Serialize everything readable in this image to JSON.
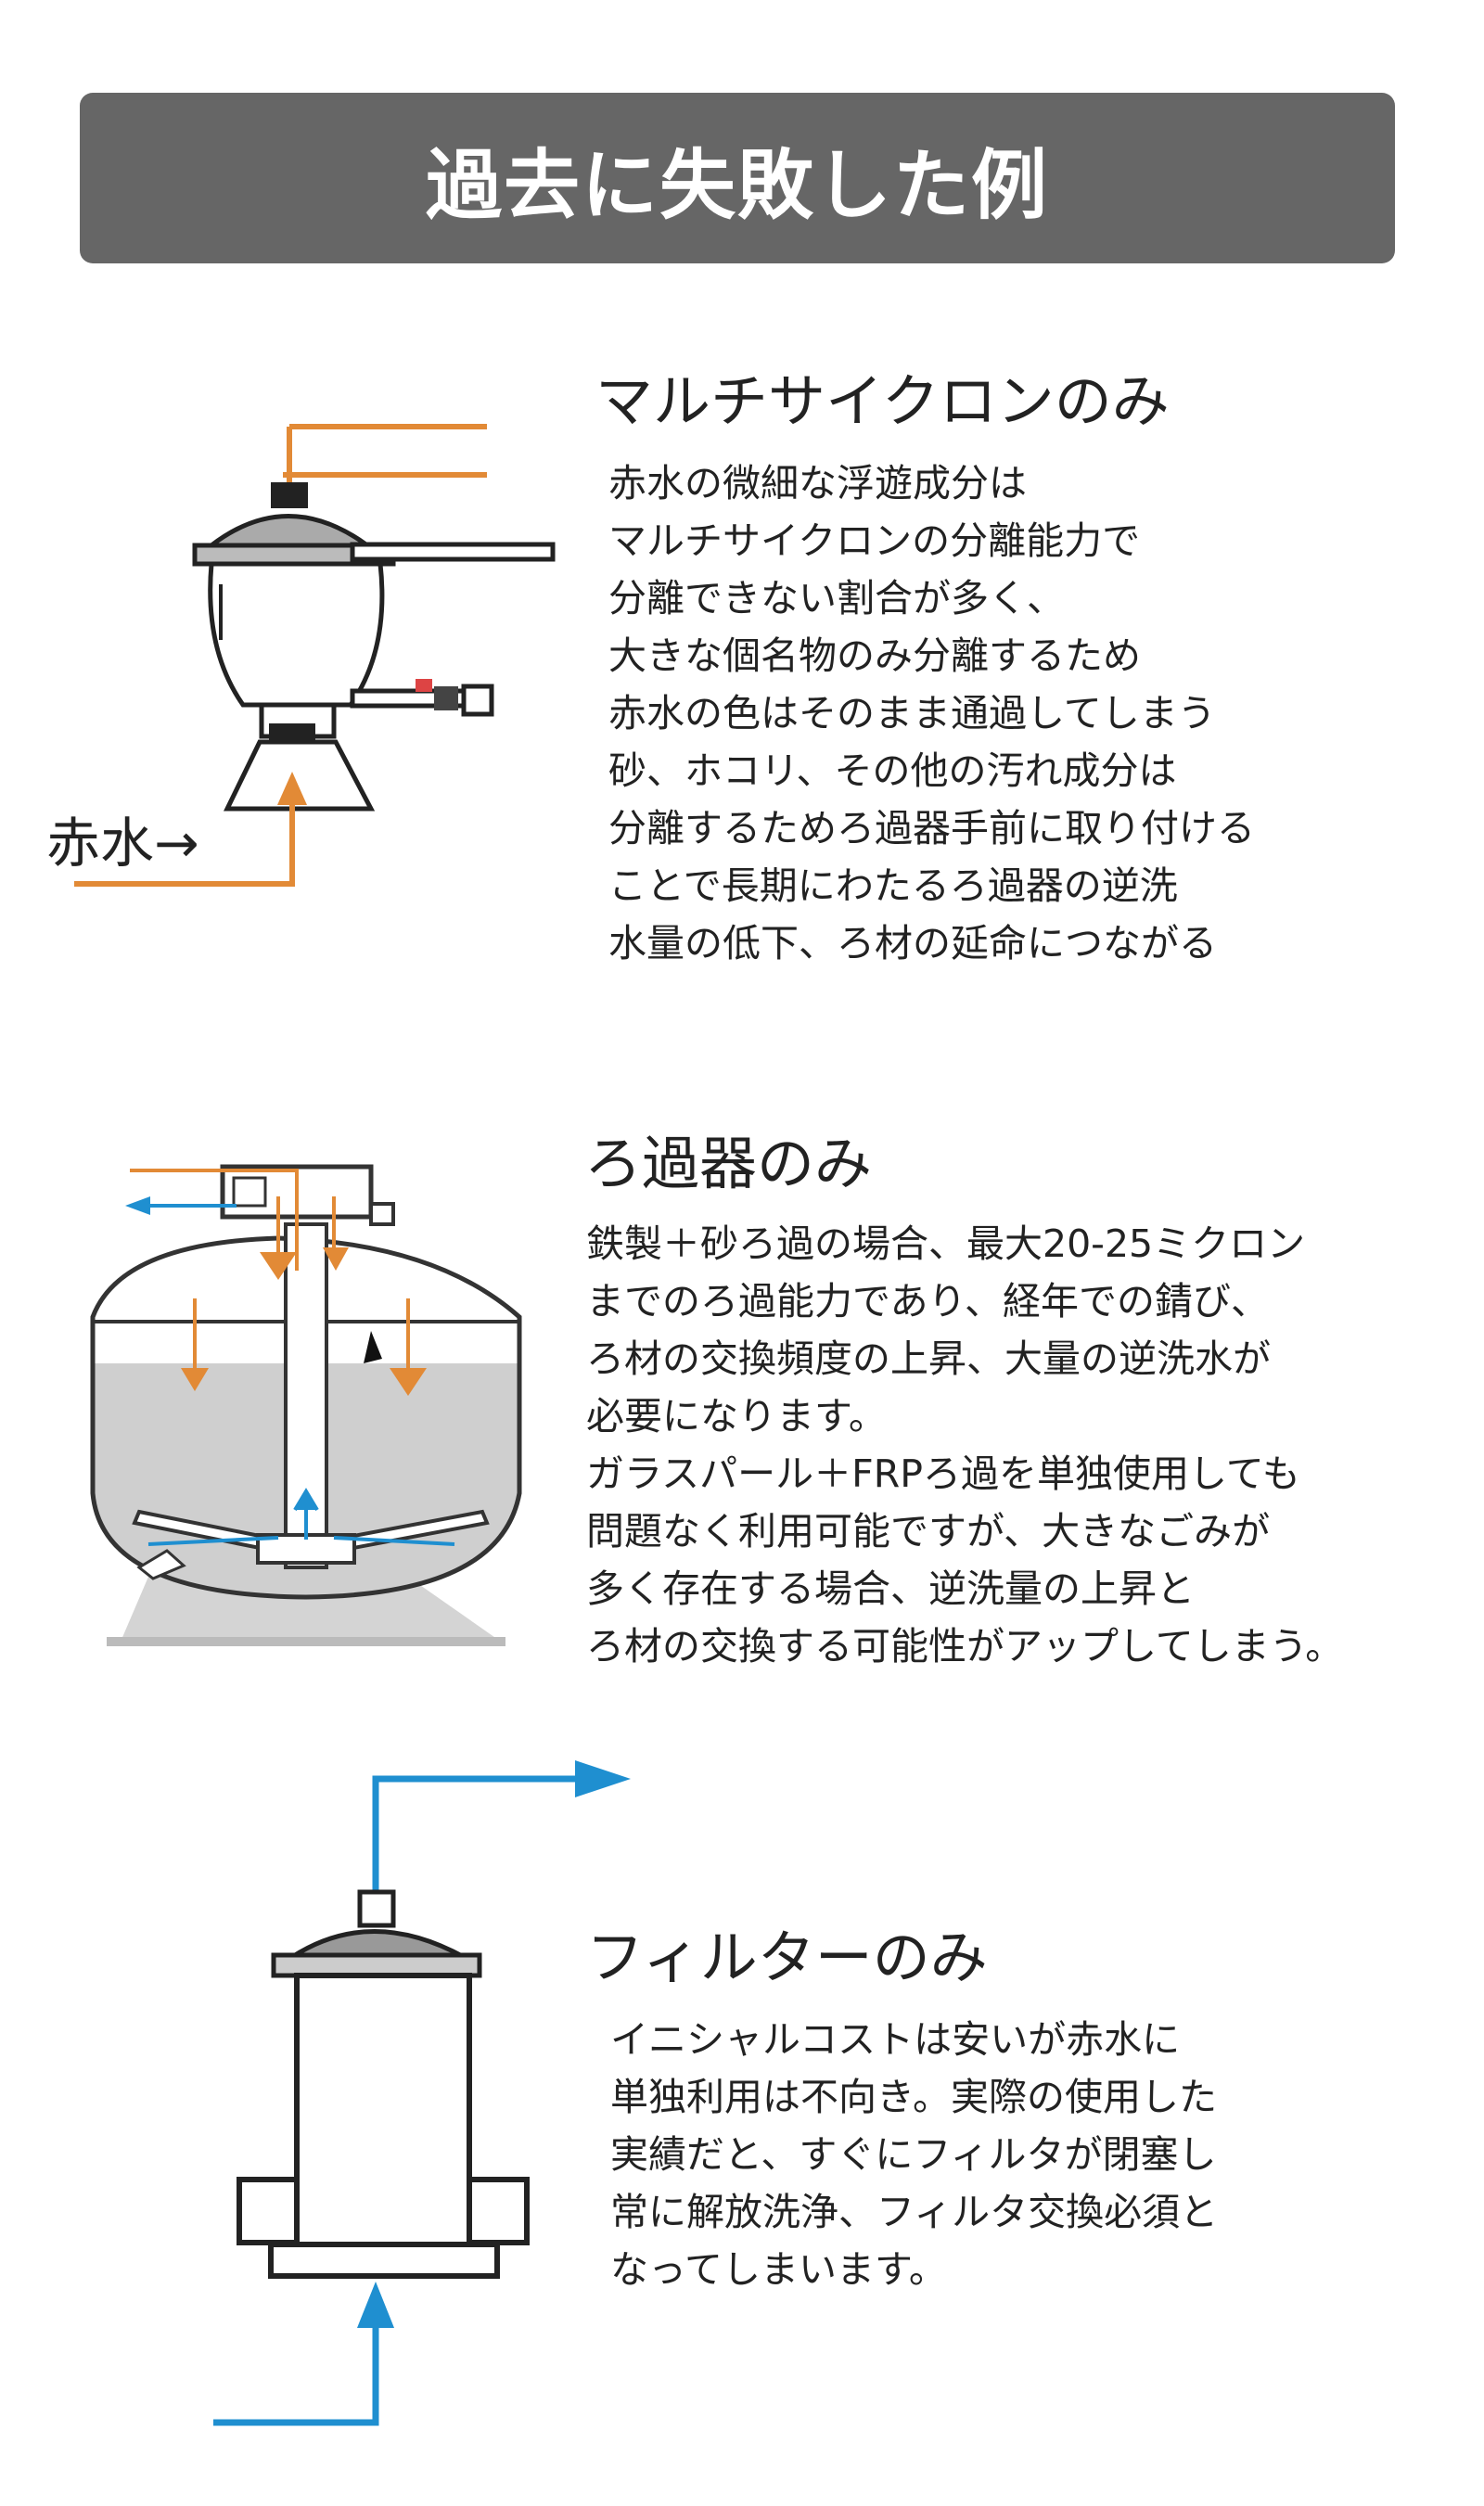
{
  "banner": {
    "title": "過去に失敗した例"
  },
  "colors": {
    "orange": "#E28A36",
    "blue": "#1F8FD0",
    "banner": "#666666"
  },
  "sections": [
    {
      "title": "マルチサイクロンのみ",
      "label": "赤水→",
      "lines": [
        "赤水の微細な浮遊成分は",
        "マルチサイクロンの分離能力で",
        "分離できない割合が多く、",
        "大きな個名物のみ分離するため",
        "赤水の色はそのまま通過してしまう",
        "砂、ホコリ、その他の汚れ成分は",
        "分離するためろ過器手前に取り付ける",
        "ことで長期にわたるろ過器の逆洗",
        "水量の低下、ろ材の延命につながる"
      ]
    },
    {
      "title": "ろ過器のみ",
      "lines": [
        "鉄製＋砂ろ過の場合、最大20-25ミクロン",
        "までのろ過能力であり、経年での錆び、",
        "ろ材の交換頻度の上昇、大量の逆洗水が",
        "必要になります。",
        "ガラスパール＋FRPろ過を単独使用しても",
        "問題なく利用可能ですが、大きなごみが",
        "多く存在する場合、逆洗量の上昇と",
        "ろ材の交換する可能性がアップしてしまう。"
      ]
    },
    {
      "title": "フィルターのみ",
      "lines": [
        "イニシャルコストは安いが赤水に",
        "単独利用は不向き。実際の使用した",
        "実績だと、すぐにフィルタが閉塞し",
        "常に解放洗浄、フィルタ交換必須と",
        "なってしまいます。"
      ]
    }
  ]
}
